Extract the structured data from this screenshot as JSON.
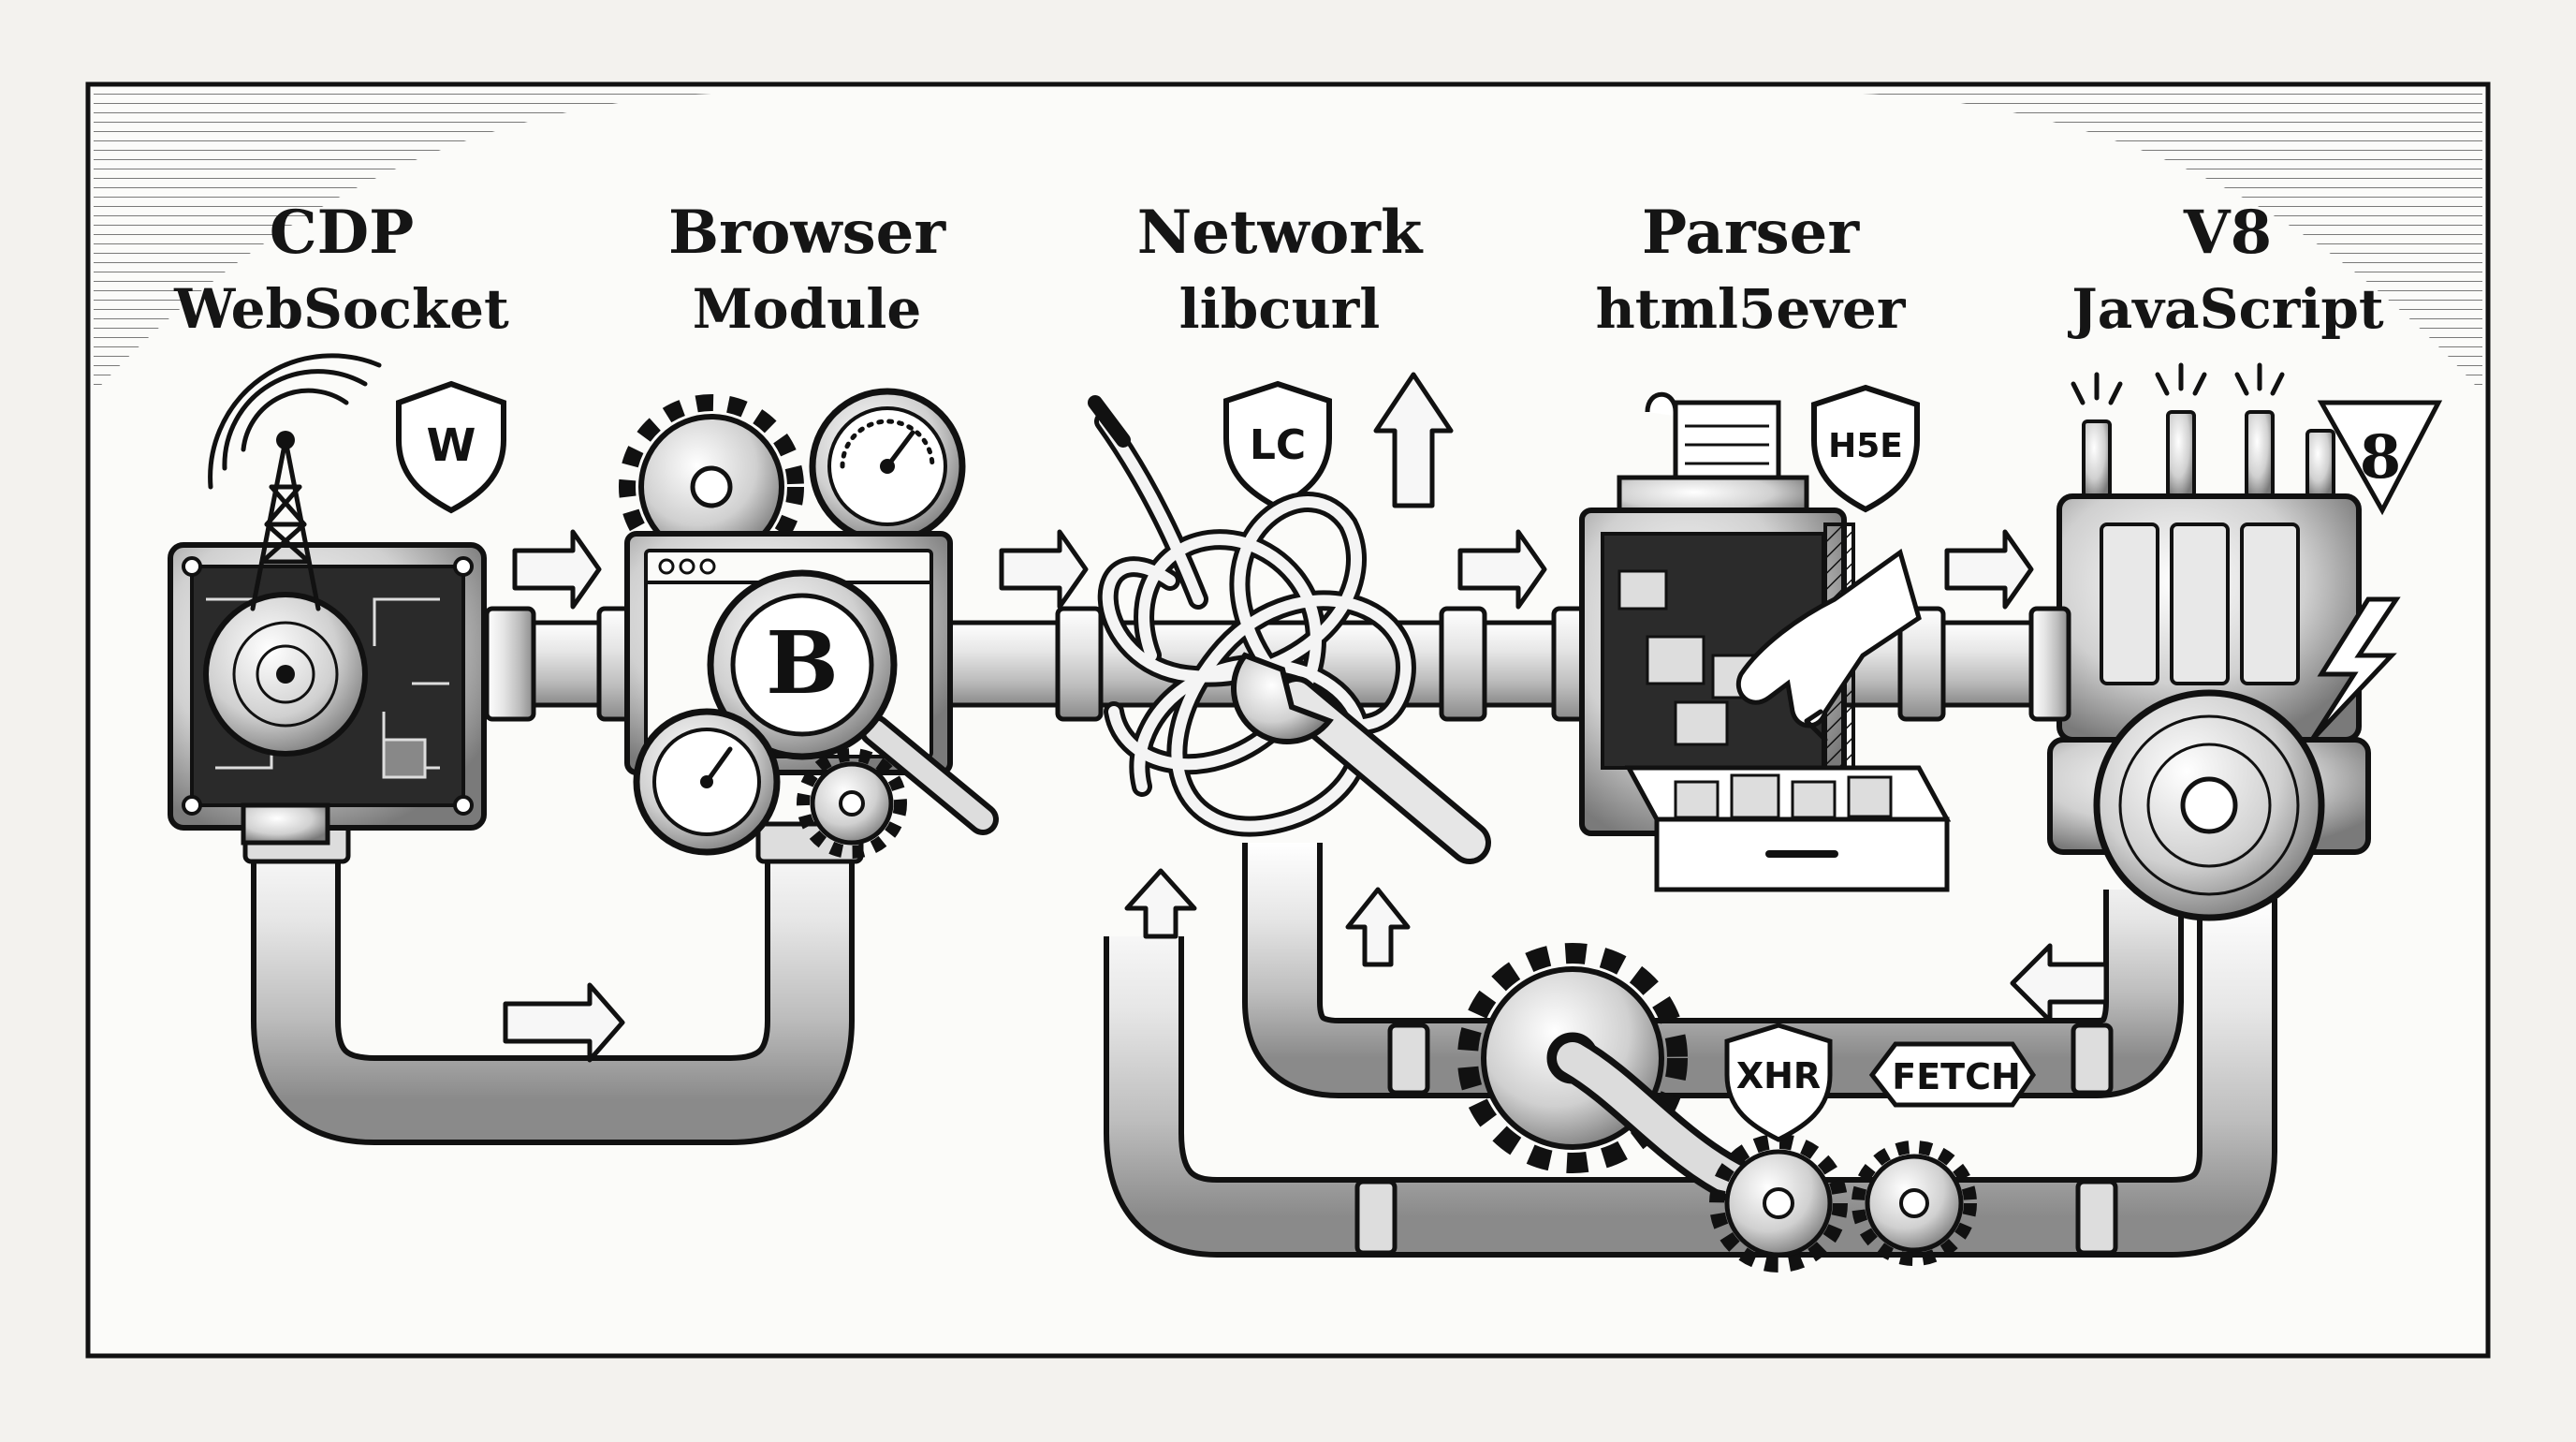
{
  "stages": [
    {
      "title": "CDP",
      "subtitle": "WebSocket",
      "badge": "W"
    },
    {
      "title": "Browser",
      "subtitle": "Module",
      "badge": "B"
    },
    {
      "title": "Network",
      "subtitle": "libcurl",
      "badge": "LC"
    },
    {
      "title": "Parser",
      "subtitle": "html5ever",
      "badge": "H5E"
    },
    {
      "title": "V8",
      "subtitle": "JavaScript",
      "badge": "8"
    }
  ],
  "loop_labels": {
    "xhr": "XHR",
    "fetch": "FETCH"
  },
  "icons": [
    "radio-tower-icon",
    "shield-icon",
    "gear-icon",
    "pressure-gauge-icon",
    "browser-window-icon",
    "magnifier-icon",
    "tangled-cable-icon",
    "wrench-icon",
    "paper-feed-icon",
    "printer-machine-icon",
    "hand-icon",
    "engine-icon",
    "spark-plug-icon",
    "lightning-icon",
    "flywheel-icon",
    "pipe-icon",
    "arrow-right-icon",
    "arrow-up-icon",
    "arrow-left-icon",
    "chain-drive-icon"
  ],
  "colors": {
    "ink": "#111111",
    "paper": "#f3f2ee",
    "frame_bg": "#fbfbf9"
  }
}
